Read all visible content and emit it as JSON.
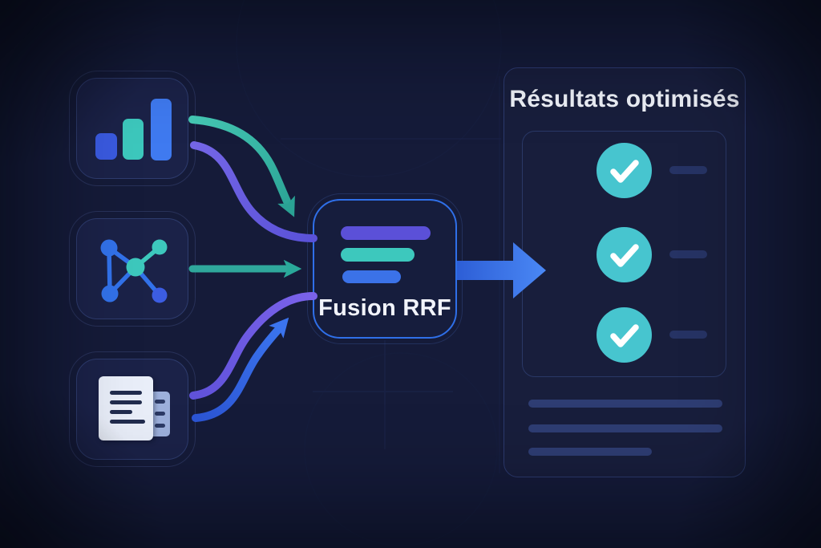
{
  "fusion": {
    "label": "Fusion RRF"
  },
  "results": {
    "title": "Résultats optimisés",
    "checked_items_count": 3
  },
  "icons": {
    "source_1": "bar-chart-icon",
    "source_2": "network-graph-icon",
    "source_3": "documents-icon",
    "result_item": "check-icon",
    "output": "arrow-right-icon"
  },
  "colors": {
    "background": "#151b39",
    "box_fill": "#1b2248",
    "box_border": "#2e3c6e",
    "fusion_border": "#2f6fe8",
    "teal": "#3dc8bd",
    "teal_dark": "#2aa89a",
    "blue": "#3f7af0",
    "royal_blue": "#3a5ae0",
    "purple": "#6a5ce0",
    "check_circle": "#47c5cf",
    "output_arrow": "#3a6fe8",
    "placeholder_dash": "#263364",
    "placeholder_line": "#2e3d73",
    "text": "#eef1f8"
  }
}
